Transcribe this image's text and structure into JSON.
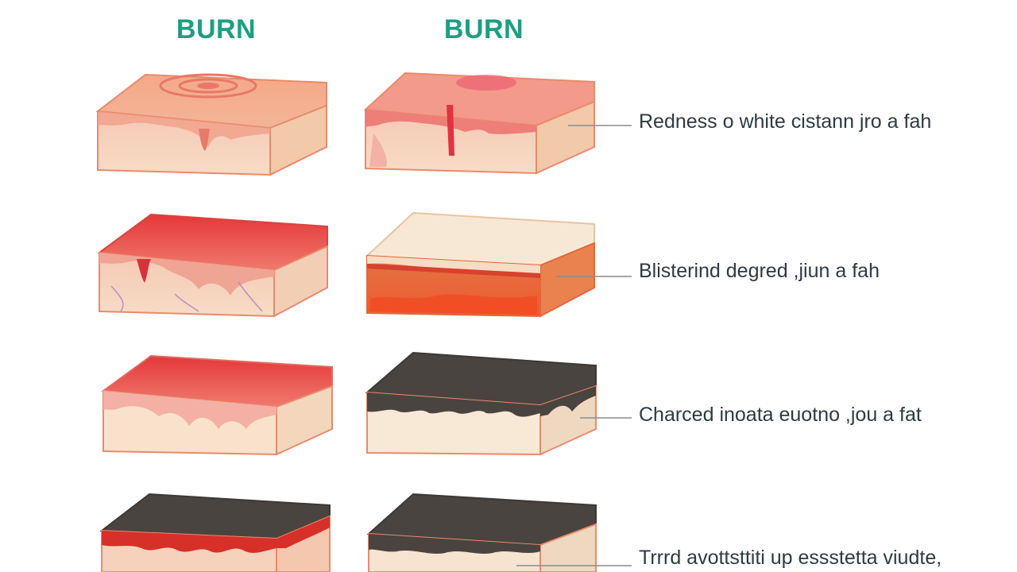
{
  "titles": {
    "left": "BURN",
    "right": "BURN"
  },
  "labels": [
    "Redness o white cistann jro  a fah",
    "Blisterind degred ,jiun  a fah",
    "Charced inoata euotno ,jou a fat",
    "Trrrd avottsttiti up essstetta viudte,"
  ],
  "colors": {
    "title": "#1e9e82",
    "label_text": "#2e3a44",
    "leader_line": "#8c8c8c",
    "skin_pink": "#f3b38f",
    "burn_red": "#e8453c",
    "char_dark": "#4a4440",
    "fat_cream": "#f8e4cf"
  }
}
